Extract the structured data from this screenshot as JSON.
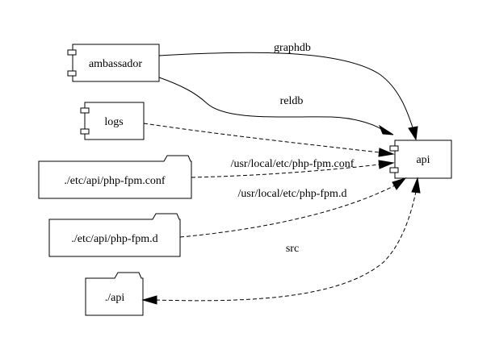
{
  "nodes": {
    "ambassador": {
      "label": "ambassador",
      "shape": "component"
    },
    "logs": {
      "label": "logs",
      "shape": "component"
    },
    "php_fpm_conf": {
      "label": "./etc/api/php-fpm.conf",
      "shape": "folder"
    },
    "php_fpm_d": {
      "label": "./etc/api/php-fpm.d",
      "shape": "folder"
    },
    "api_dir": {
      "label": "./api",
      "shape": "folder"
    },
    "api": {
      "label": "api",
      "shape": "component"
    }
  },
  "edges": {
    "graphdb": {
      "label": "graphdb",
      "from": "ambassador",
      "to": "api",
      "style": "solid"
    },
    "reldb": {
      "label": "reldb",
      "from": "ambassador",
      "to": "api",
      "style": "solid"
    },
    "logs": {
      "label": "",
      "from": "logs",
      "to": "api",
      "style": "dashed"
    },
    "conf": {
      "label": "/usr/local/etc/php-fpm.conf",
      "from": "./etc/api/php-fpm.conf",
      "to": "api",
      "style": "dashed"
    },
    "fpm_d": {
      "label": "/usr/local/etc/php-fpm.d",
      "from": "./etc/api/php-fpm.d",
      "to": "api",
      "style": "dashed"
    },
    "src": {
      "label": "src",
      "from": "./api",
      "to": "api",
      "style": "dashed",
      "bidirectional": true
    }
  },
  "colors": {
    "stroke": "#000000",
    "background": "#ffffff"
  }
}
